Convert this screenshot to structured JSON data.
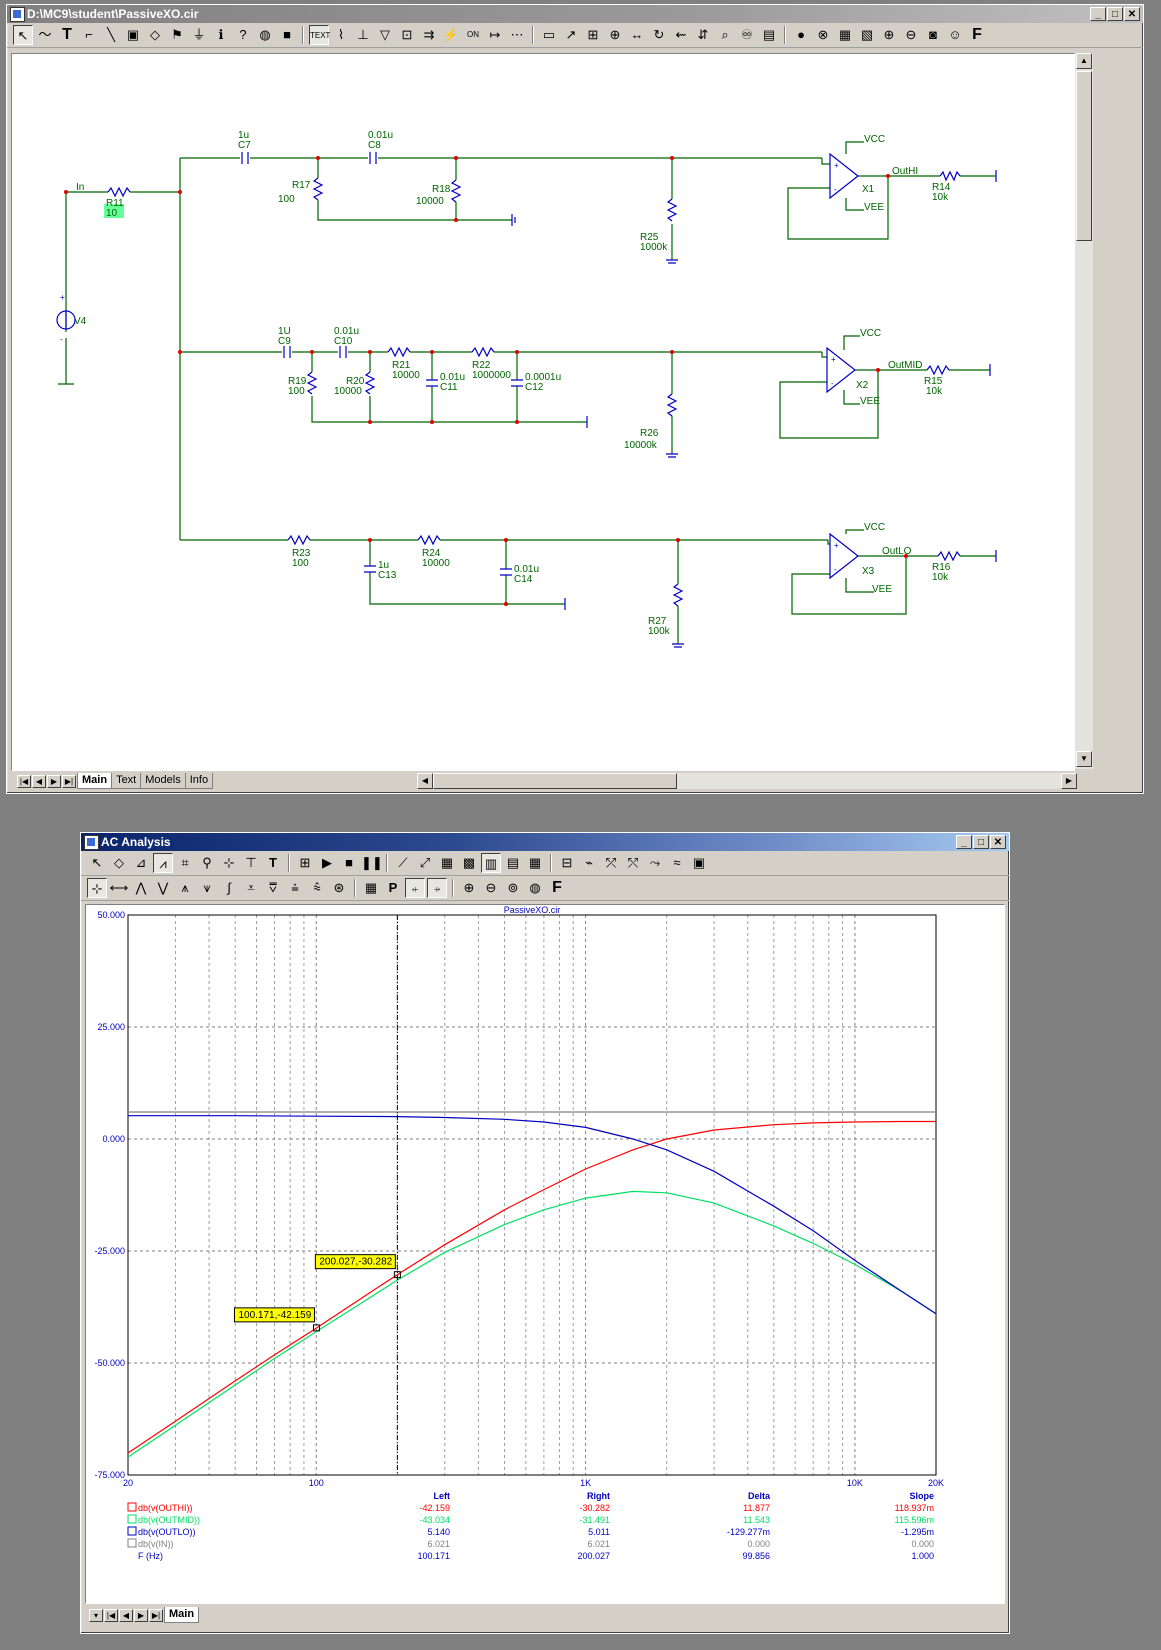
{
  "schematic_window": {
    "title": "D:\\MC9\\student\\PassiveXO.cir",
    "tabs": [
      "Main",
      "Text",
      "Models",
      "Info"
    ],
    "labels": {
      "in": "In",
      "r11": "R11",
      "r11v": "10",
      "v4": "V4",
      "c7": "C7",
      "c7v": "1u",
      "c8": "C8",
      "c8v": "0.01u",
      "r17": "R17",
      "r17v": "100",
      "r18": "R18",
      "r18v": "10000",
      "r25": "R25",
      "r25v": "1000k",
      "vcc1": "VCC",
      "vee1": "VEE",
      "x1": "X1",
      "outhi": "OutHI",
      "r14": "R14",
      "r14v": "10k",
      "c9": "C9",
      "c9v": "1U",
      "c10": "C10",
      "c10v": "0.01u",
      "r19": "R19",
      "r19v": "100",
      "r20": "R20",
      "r20v": "10000",
      "r21": "R21",
      "r21v": "10000",
      "c11": "C11",
      "c11v": "0.01u",
      "r22": "R22",
      "r22v": "1000000",
      "c12": "C12",
      "c12v": "0.0001u",
      "r26": "R26",
      "r26v": "10000k",
      "vcc2": "VCC",
      "vee2": "VEE",
      "x2": "X2",
      "outmid": "OutMID",
      "r15": "R15",
      "r15v": "10k",
      "r23": "R23",
      "r23v": "100",
      "c13": "C13",
      "c13v": "1u",
      "r24": "R24",
      "r24v": "10000",
      "c14": "C14",
      "c14v": "0.01u",
      "r27": "R27",
      "r27v": "100k",
      "vcc3": "VCC",
      "vee3": "VEE",
      "x3": "X3",
      "outlo": "OutLO",
      "r16": "R16",
      "r16v": "10k"
    }
  },
  "ac_window": {
    "title": "AC Analysis",
    "tabs": [
      "Main"
    ],
    "cursor_tags": {
      "left": "100.171,-42.159",
      "right": "200.027,-30.282"
    },
    "table": {
      "headers": [
        "Left",
        "Right",
        "Delta",
        "Slope"
      ],
      "rows": [
        {
          "name": "db(v(OUTHI))",
          "values": [
            "-42.159",
            "-30.282",
            "11.877",
            "118.937m"
          ],
          "color": "#ff0000"
        },
        {
          "name": "db(v(OUTMID))",
          "values": [
            "-43.034",
            "-31.491",
            "11.543",
            "115.596m"
          ],
          "color": "#00e060"
        },
        {
          "name": "db(v(OUTLO))",
          "values": [
            "5.140",
            "5.011",
            "-129.277m",
            "-1.295m"
          ],
          "color": "#0000c0"
        },
        {
          "name": "db(v(IN))",
          "values": [
            "6.021",
            "6.021",
            "0.000",
            "0.000"
          ],
          "color": "#808080"
        },
        {
          "name": "F (Hz)",
          "values": [
            "100.171",
            "200.027",
            "99.856",
            "1.000"
          ],
          "color": "#0000c0"
        }
      ]
    }
  },
  "chart_data": {
    "type": "line",
    "title": "PassiveXO.cir",
    "xlabel": "",
    "ylabel": "",
    "x_scale": "log",
    "xlim": [
      20,
      20000
    ],
    "ylim": [
      -75,
      50
    ],
    "x_ticks": [
      "20",
      "100",
      "1K",
      "10K",
      "20K"
    ],
    "x_tick_values": [
      20,
      100,
      1000,
      10000,
      20000
    ],
    "y_ticks": [
      "50.000",
      "25.000",
      "0.000",
      "-25.000",
      "-50.000",
      "-75.000"
    ],
    "y_tick_values": [
      50,
      25,
      0,
      -25,
      -50,
      -75
    ],
    "grid": true,
    "cursor_left_x": 100.171,
    "cursor_right_x": 200.027,
    "series": [
      {
        "name": "db(v(OUTHI))",
        "color": "#ff0000",
        "x": [
          20,
          30,
          50,
          70,
          100,
          150,
          200,
          300,
          500,
          700,
          1000,
          1500,
          2000,
          3000,
          5000,
          7000,
          10000,
          15000,
          20000
        ],
        "y": [
          -70.1,
          -63.0,
          -54.0,
          -48.2,
          -42.2,
          -35.2,
          -30.3,
          -23.6,
          -15.8,
          -11.3,
          -6.7,
          -2.4,
          0.0,
          2.0,
          3.2,
          3.6,
          3.8,
          3.9,
          3.9
        ]
      },
      {
        "name": "db(v(OUTMID))",
        "color": "#00e060",
        "x": [
          20,
          30,
          50,
          70,
          100,
          150,
          200,
          300,
          500,
          700,
          1000,
          1500,
          2000,
          3000,
          5000,
          7000,
          10000,
          15000,
          20000
        ],
        "y": [
          -71.0,
          -63.9,
          -54.9,
          -49.0,
          -43.0,
          -36.3,
          -31.5,
          -25.3,
          -19.1,
          -15.8,
          -13.2,
          -11.7,
          -12.0,
          -14.3,
          -19.4,
          -23.3,
          -28.0,
          -34.1,
          -39.0
        ]
      },
      {
        "name": "db(v(OUTLO))",
        "color": "#0000c0",
        "x": [
          20,
          50,
          100,
          200,
          300,
          500,
          700,
          1000,
          1500,
          2000,
          3000,
          5000,
          7000,
          10000,
          15000,
          20000
        ],
        "y": [
          5.2,
          5.2,
          5.1,
          5.0,
          4.8,
          4.4,
          3.8,
          2.6,
          0.0,
          -2.4,
          -7.2,
          -15.0,
          -20.5,
          -27.1,
          -34.1,
          -39.0
        ]
      },
      {
        "name": "db(v(IN))",
        "color": "#808080",
        "x": [
          20,
          20000
        ],
        "y": [
          6.021,
          6.021
        ]
      }
    ]
  }
}
